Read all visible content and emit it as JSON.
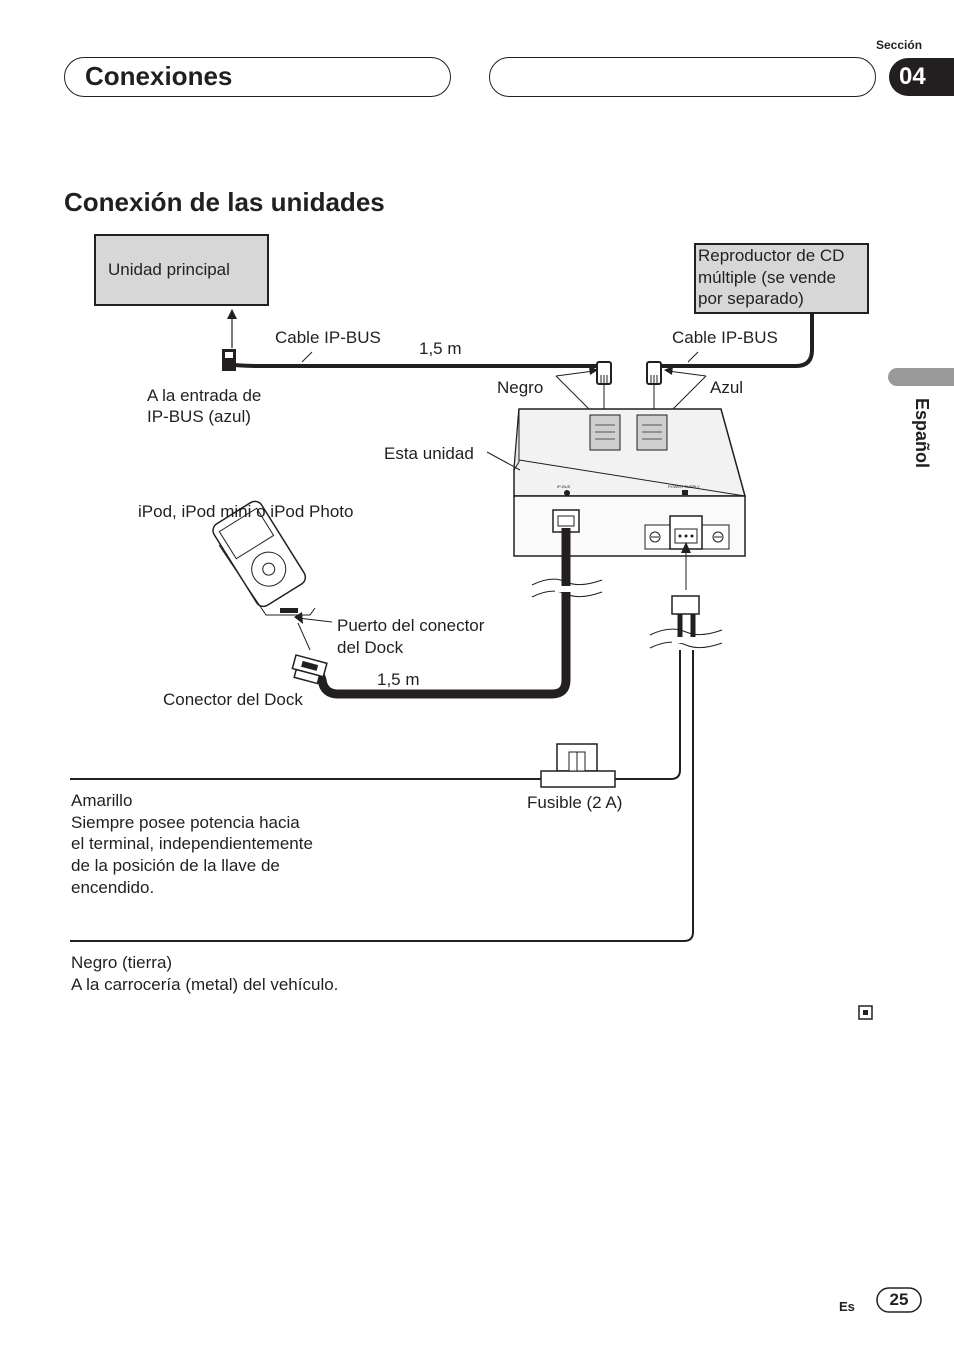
{
  "header": {
    "section_title": "Conexiones",
    "section_label": "Sección",
    "section_number": "04"
  },
  "heading": "Conexión de las unidades",
  "sidebar": {
    "language": "Español"
  },
  "diagram": {
    "main_unit": "Unidad principal",
    "cd_player": [
      "Reproductor de CD",
      "múltiple (se vende",
      "por separado)"
    ],
    "cable_ipbus_left": "Cable IP-BUS",
    "cable_ipbus_right": "Cable IP-BUS",
    "length_top": "1,5 m",
    "ipbus_input": [
      "A la entrada de",
      "IP-BUS (azul)"
    ],
    "negro": "Negro",
    "azul": "Azul",
    "this_unit": "Esta unidad",
    "ipod": "iPod, iPod mini o iPod Photo",
    "dock_port": [
      "Puerto del conector",
      "del Dock"
    ],
    "length_bottom": "1,5 m",
    "dock_connector": "Conector del Dock",
    "fuse": "Fusible (2 A)",
    "yellow": [
      "Amarillo",
      "Siempre posee potencia hacia",
      "el terminal, independientemente",
      "de la posición de la llave de",
      "encendido."
    ],
    "ground": [
      "Negro (tierra)",
      "A la carrocería (metal) del vehículo."
    ],
    "unit_port_ip": "IP-BUS",
    "unit_port_power": "POWER SUPPLY"
  },
  "footer": {
    "lang_code": "Es",
    "page_number": "25"
  }
}
